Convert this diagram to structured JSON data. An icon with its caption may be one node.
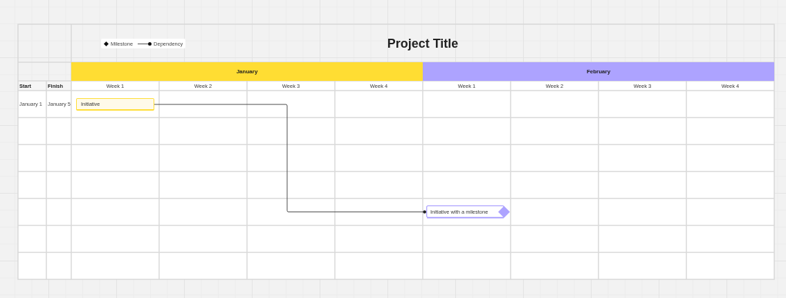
{
  "diagram": {
    "title": "Project Title",
    "nodes": [
      {
        "text": [
          "January"
        ]
      },
      {
        "text": [
          "February"
        ]
      },
      {
        "text": [
          "Initiative"
        ]
      },
      {
        "text": [
          "Initiative with a milestone"
        ]
      }
    ],
    "edges": [
      {
        "from": 2,
        "to": 3,
        "arrow": "other"
      }
    ],
    "labels": [
      "Start",
      "Finish",
      "Week 1",
      "Week 2",
      "Week 3",
      "Week 4",
      "Week 1",
      "Week 2",
      "Week 3",
      "Week 4",
      "January 1",
      "January 5"
    ],
    "legend": [
      {
        "text": "Milestone"
      },
      {
        "text": "Dependency"
      }
    ]
  }
}
